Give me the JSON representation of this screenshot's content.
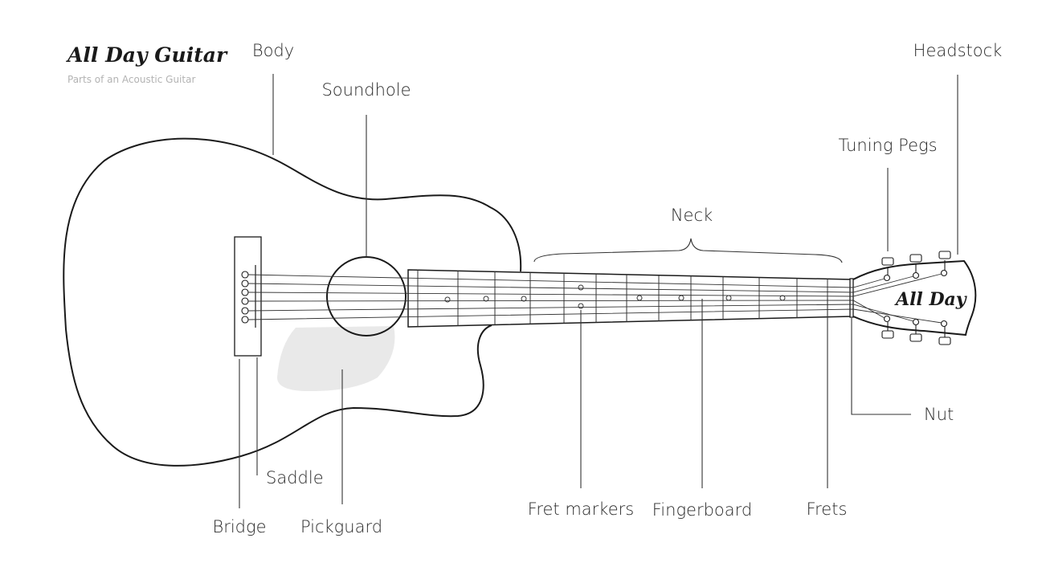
{
  "brand": {
    "name": "All Day Guitar",
    "subtitle": "Parts of an Acoustic Guitar",
    "headstock_logo": "All Day"
  },
  "labels": {
    "body": "Body",
    "soundhole": "Soundhole",
    "headstock": "Headstock",
    "tuning_pegs": "Tuning Pegs",
    "neck": "Neck",
    "nut": "Nut",
    "saddle": "Saddle",
    "bridge": "Bridge",
    "pickguard": "Pickguard",
    "fret_markers": "Fret markers",
    "fingerboard": "Fingerboard",
    "frets": "Frets"
  },
  "colors": {
    "line": "#1a1a1a",
    "pickguard": "#e9e9e9",
    "subtitle": "#b3b3b3"
  }
}
